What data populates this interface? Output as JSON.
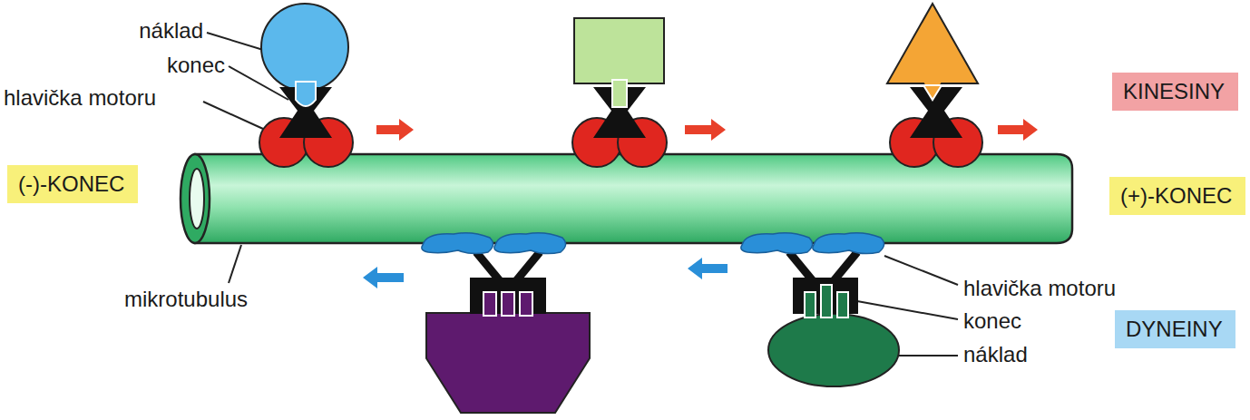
{
  "diagram": {
    "nodes": [
      {
        "text": [
          "KINESINY"
        ]
      },
      {
        "text": [
          "(-)-KONEC"
        ]
      },
      {
        "text": [
          "(+)-KONEC"
        ]
      },
      {
        "text": [
          "DYNEINY"
        ]
      }
    ],
    "labels": [
      "náklad",
      "konec",
      "hlavička motoru",
      "mikrotubulus",
      "hlavička motoru",
      "konec",
      "náklad"
    ]
  }
}
